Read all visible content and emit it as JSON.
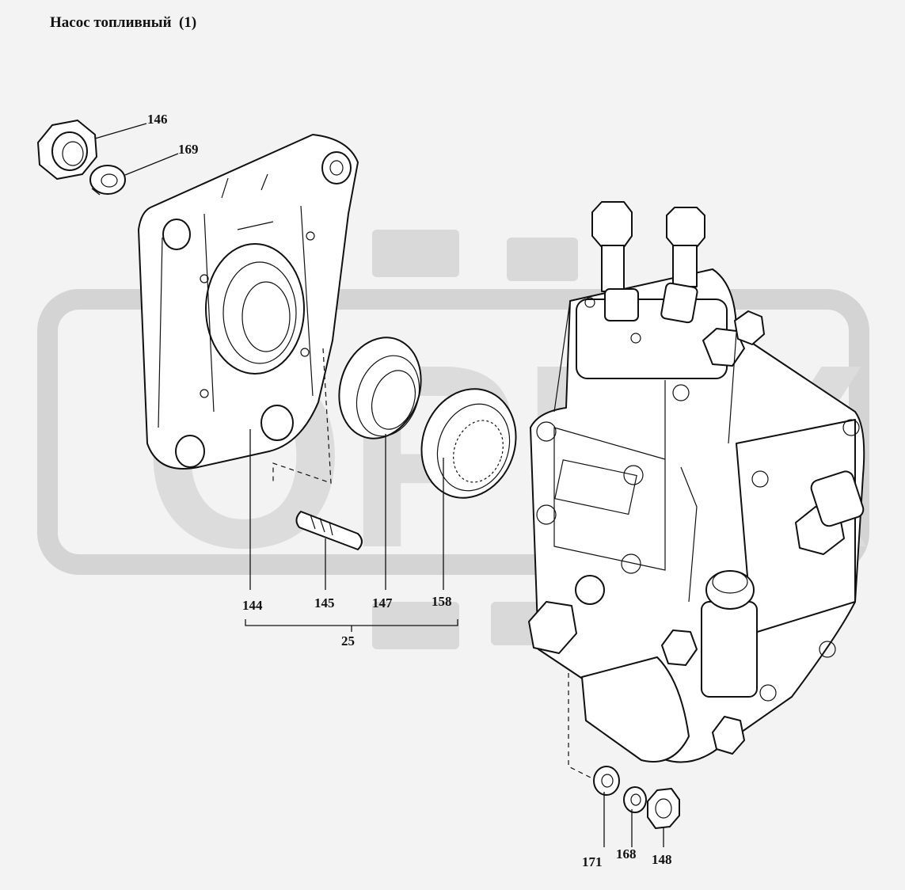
{
  "title": "Насос топливный  (1)",
  "watermark": {
    "text": "ОРЕХ",
    "color": "#d6d6d6"
  },
  "callouts": {
    "c144": "144",
    "c145": "145",
    "c146": "146",
    "c147": "147",
    "c148": "148",
    "c158": "158",
    "c168": "168",
    "c169": "169",
    "c171": "171",
    "c25": "25"
  }
}
